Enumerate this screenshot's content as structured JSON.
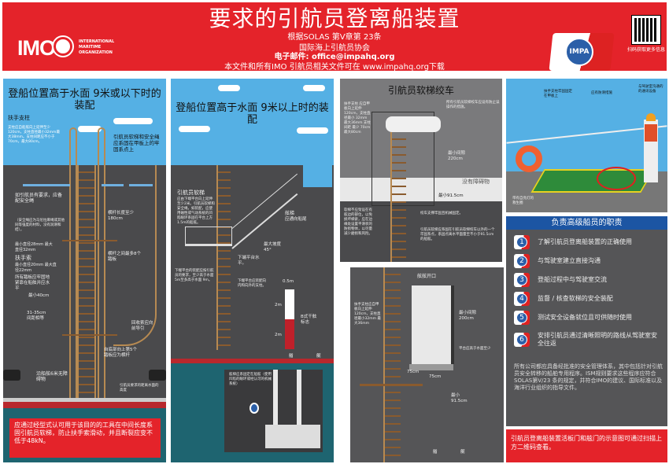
{
  "header": {
    "title": "要求的引航员登离船装置",
    "line1": "根据SOLAS 第V章第 23条",
    "line2": "国际海上引航员协会",
    "line3": "电子邮件: office@impahq.org",
    "line4": "本文件和所有IMO 引航员相关文件可在 www.impahq.org下载",
    "imo_logo": "IMO",
    "imo_org": "INTERNATIONAL MARITIME ORGANIZATION",
    "impa_logo": "IMPA",
    "qr_text": "扫码获取更多信息"
  },
  "panel1": {
    "title": "登船位置高于水面 9米或以下时的装配",
    "stanchion_label": "扶手支柱",
    "stanchion_text": "支柱应自船舷向上延伸至少120cm，支柱直径最小32mm最大38mm。支柱间距应不小于70cm，最大80cm。",
    "secured_text": "引航员软梯和安全绳应系固在甲板上的牢固系点上",
    "safety_line": "如引航员有要求，应备配安全绳",
    "safety_line_note": "（安全绳应为马尼拉麻绳或其他同等强度的材料，没有润滑和结）。",
    "spreader_len": "横杆长度至少180cm",
    "diam": "最小直径28mm 最大直径32mm",
    "man_ropes": "扶手索",
    "man_ropes_diam": "最小直径20mm 最大直径22mm",
    "steps_level": "所有踏板应牢固地紧靠在船舷并应水平",
    "min40": "最小40cm",
    "spacing": "31-35cm 间距相等",
    "spreader_gap": "横杆之间最多8个踏板",
    "retrieval": "回收索应向前导引",
    "fifth_step": "自底部向上第5个踏板应为横杆",
    "clear_6m": "沿船舷6米无障碍物",
    "height_note": "引航员要求的距离水面的高度",
    "red_box": "应通过经型式认可用于该目的的工具在中间长度系固引航员软梯，防止扶手索滑动，并且断裂应变不低于48kN。"
  },
  "panel2": {
    "title": "登船位置高于水面 9米以上时的装配",
    "ladder_label": "引航员软梯",
    "ladder_text": "应由下端平台向上延伸至少2米。引航员软梯和安全绳，如装配，应使用磁性或气动系统的凹陷眼环系固在平台上方1.5m的船舷。",
    "platform_text": "下端平台的装配应按引航员的要求，至少高于水面5m至多高于水面 9m。",
    "accom": "舷梯",
    "accom_sub": "应通向船尾",
    "slope": "最大坡度 45°",
    "platform_level": "下端平台水平。",
    "platform_support": "下端平台应装配向内和向外的支柱。",
    "mark_w": "0.5m",
    "mark_h1": "2m",
    "mark_h2": "2m",
    "mark_label": "B式干舷标志",
    "fwd": "艏",
    "aft": "艉",
    "inset_text": "舷梯应系固定在船舷（使用凹陷的眼环或经认可的机械系统）"
  },
  "panel3": {
    "title": "引航员软梯绞车",
    "stanchion_text": "扶手支柱 应自甲板向上延伸 120cm，支柱直径最小 32mm 最大36mm 支柱间距 最少 70cm 最大80cm",
    "winch_note": "所有引航员软梯绞车应设有防止误操作的措施。",
    "clearance": "最小间隙 220cm",
    "no_obstacle": "没有障碍物",
    "min915": "最小91.5cm",
    "no_position": "软梯不应架设在有舷边的部位，以免损坏梯索，应在边缘处设置平滑状的防损物体，以尽量减少磨损和风险。",
    "winch_fixed": "绞车支撑牢固且机械固定。",
    "attach_note": "引航员软梯应系固在引航员软梯绞车以外的一个牢固系点，系固点离水平面量至不小于91.5cm的船舷。",
    "opening": "舷舷开口",
    "b_stanchion": "扶手支柱应自甲板向上延伸120cm，支柱直径最小32mm 最大36mm",
    "b_clear": "最小间隙 200cm",
    "b_plat": "平台应高于水面至少",
    "w75a": "75cm",
    "w75b": "75cm",
    "b_min": "最小 91.5cm",
    "fwd": "艏",
    "aft": "艉"
  },
  "panel4": {
    "photo_label1": "扶手支柱牢固固定在甲板上",
    "photo_label2": "应有防滑措施",
    "photo_label3": "与驾驶室沟通的的通讯设备",
    "photo_label4": "带有自亮灯的救生圈",
    "duties_title": "负责高级船员的职责",
    "duties": [
      {
        "n": "1",
        "text": "了解引航员登离船装置的正确使用"
      },
      {
        "n": "2",
        "text": "与驾驶室建立直接沟通"
      },
      {
        "n": "3",
        "text": "登船过程中与驾驶室交流"
      },
      {
        "n": "4",
        "text": "监督 / 核查软梯的安全装配"
      },
      {
        "n": "5",
        "text": "测试安全设备就位且可供随时使用"
      },
      {
        "n": "6",
        "text": "安排引航员通过清晰照明的路线从驾驶室安全往返"
      }
    ],
    "sms_text": "所有公司都应具备经批准的安全管理体系，其中包括针对引航员安全转移的船舶专用程序。ISM规则要求这些程序应符合SOLAS第V/23 条的规定，并符合IMO的建议、国际标准以及海洋行业组织的指导文件。",
    "red_box": "引航员登离船装置活板门和舷门的示意图可通过扫描上方二维码查看。"
  },
  "colors": {
    "red": "#e4232a",
    "blue": "#1c55a3",
    "hull": "#4a4a4c",
    "sky": "#55b0e4"
  }
}
